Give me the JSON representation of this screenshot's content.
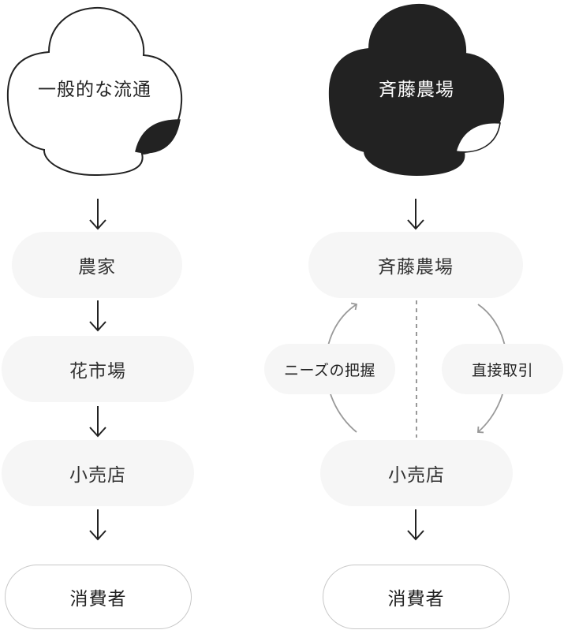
{
  "left_flow": {
    "origin_label": "一般的な流通",
    "steps": [
      "農家",
      "花市場",
      "小売店"
    ],
    "end": "消費者"
  },
  "right_flow": {
    "origin_label": "斉藤農場",
    "farm": "斉藤農場",
    "retailer": "小売店",
    "end": "消費者",
    "left_loop_label": "ニーズの把握",
    "right_loop_label": "直接取引"
  }
}
